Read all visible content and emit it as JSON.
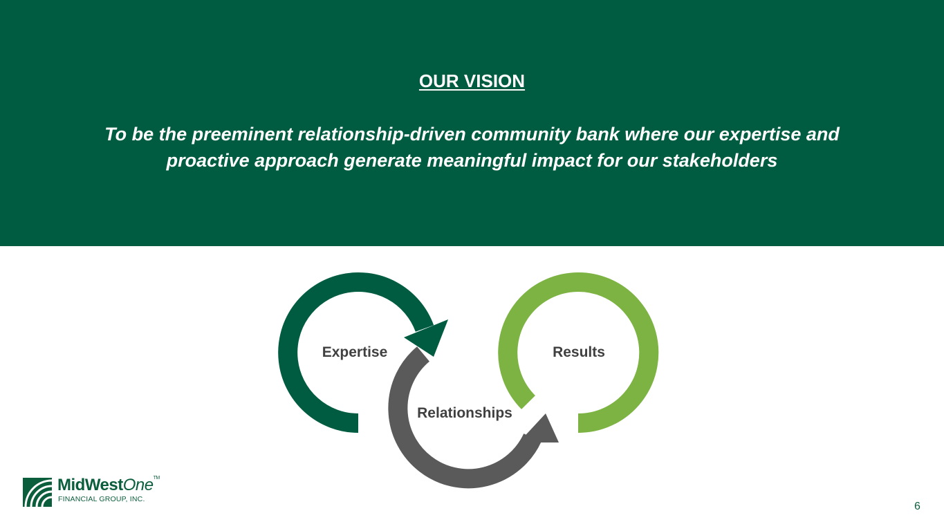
{
  "header": {
    "title": "OUR VISION",
    "vision_line1": "To be the preeminent relationship-driven community bank where our expertise and",
    "vision_line2": "proactive approach generate meaningful impact for our stakeholders"
  },
  "diagram": {
    "labels": [
      "Expertise",
      "Relationships",
      "Results"
    ],
    "colors": {
      "expertise": "#005c41",
      "relationships": "#5a5a5a",
      "results": "#7cb342"
    }
  },
  "logo": {
    "name_main": "MidWest",
    "name_accent": "One",
    "tm": "TM",
    "subtitle": "FINANCIAL GROUP, INC."
  },
  "page_number": "6"
}
